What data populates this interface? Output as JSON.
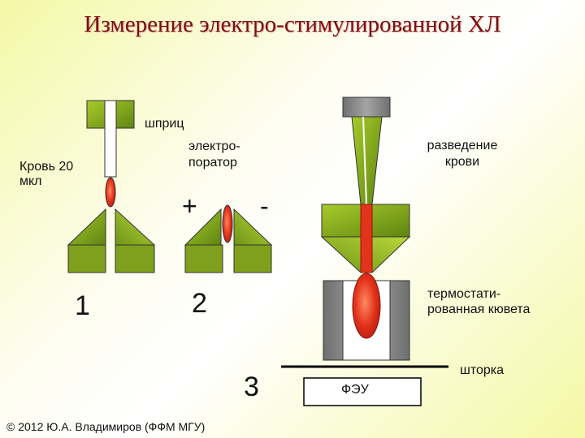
{
  "title": "Измерение электро-стимулированной ХЛ",
  "labels": {
    "syringe": "шприц",
    "blood_line1": "Кровь 20",
    "blood_line2": "мкл",
    "electroporator_line1": "электро-",
    "electroporator_line2": "поратор",
    "plus": "+",
    "minus": "-",
    "dilution_line1": "разведение",
    "dilution_line2": "крови",
    "cuvette_line1": "термостати-",
    "cuvette_line2": "рованная кювета",
    "shutter": "шторка",
    "pmt": "ФЭУ"
  },
  "steps": [
    "1",
    "2",
    "3"
  ],
  "footer": "© 2012 Ю.А. Владимиров (ФФМ МГУ)",
  "colors": {
    "title": "#7a1010",
    "electrode_green": "#8ab21f",
    "electrode_dark": "#4e6b10",
    "blood_red": "#e3331b",
    "gray": "#8c8c8c",
    "background": "#f4f8a6"
  }
}
